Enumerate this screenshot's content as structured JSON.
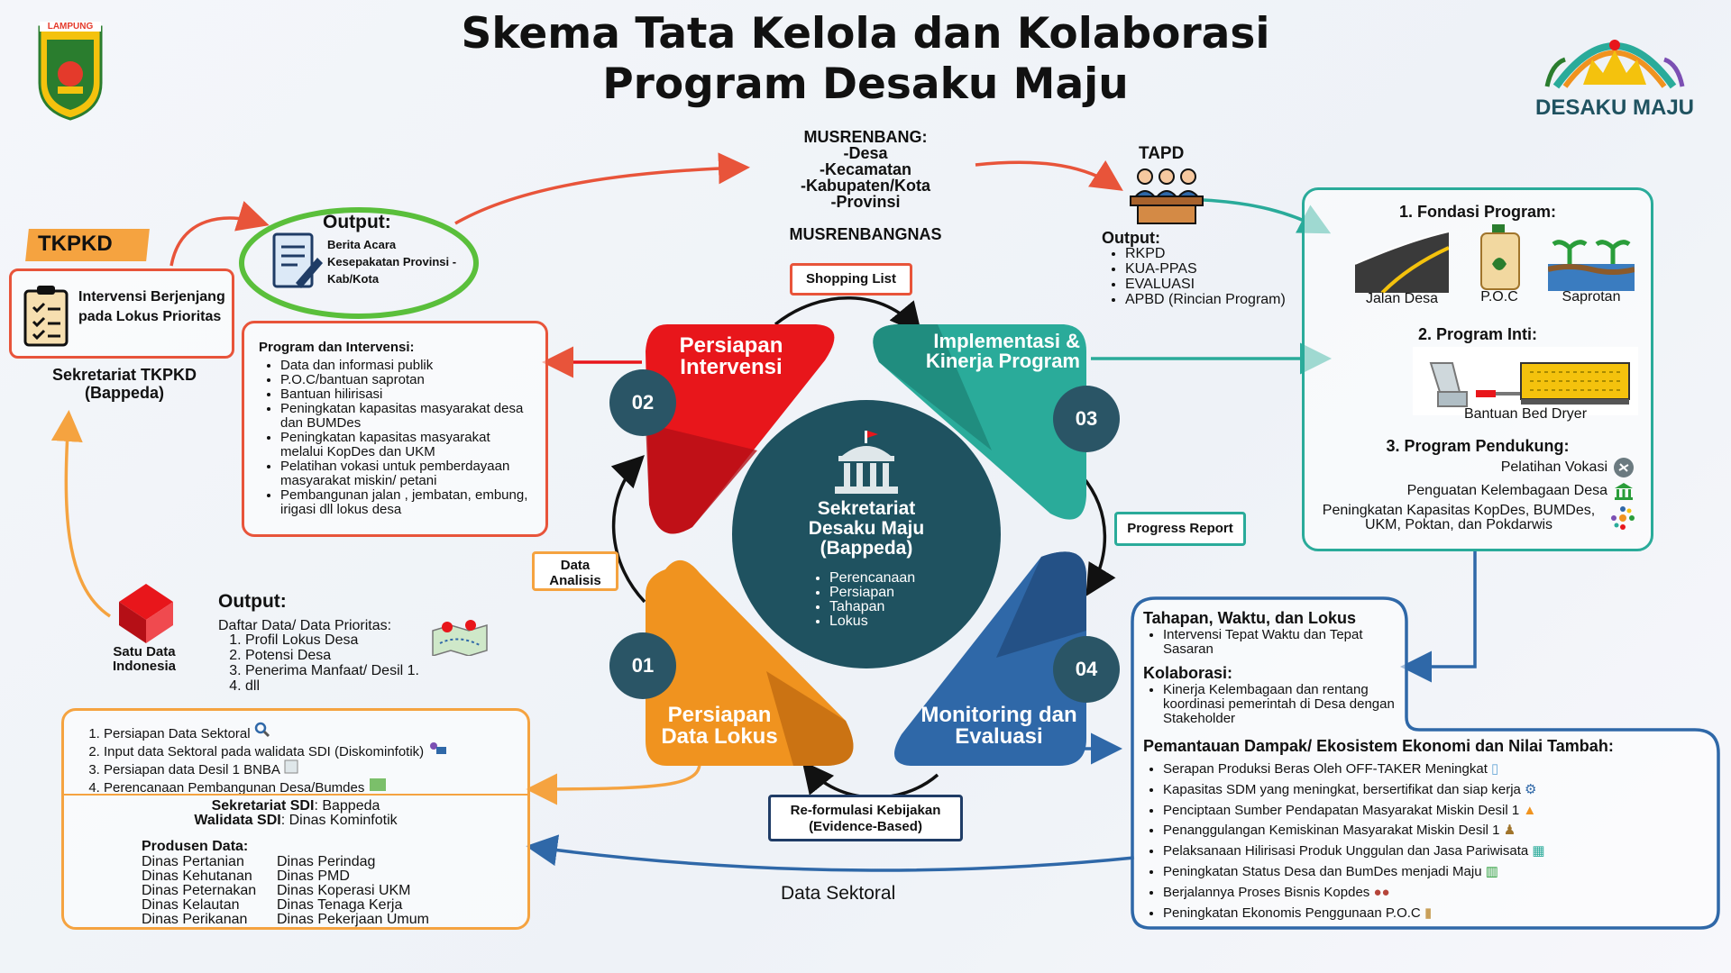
{
  "title": {
    "line1": "Skema Tata Kelola dan Kolaborasi",
    "line2": "Program Desaku Maju"
  },
  "logo_left": {
    "text": "LAMPUNG"
  },
  "logo_right": {
    "text": "DESAKU MAJU"
  },
  "tkpkd": {
    "label": "TKPKD",
    "box_text": "Intervensi Berjenjang pada Lokus Prioritas",
    "sekretariat": "Sekretariat TKPKD (Bappeda)"
  },
  "output_top": {
    "title": "Output:",
    "text": "Berita Acara Kesepakatan Provinsi - Kab/Kota"
  },
  "musrenbang": {
    "title": "MUSRENBANG:",
    "items": [
      "-Desa",
      "-Kecamatan",
      "-Kabupaten/Kota",
      "-Provinsi"
    ],
    "nasional": "MUSRENBANGNAS"
  },
  "tapd": {
    "title": "TAPD",
    "output_title": "Output:",
    "items": [
      "RKPD",
      "KUA-PPAS",
      "EVALUASI",
      "APBD (Rincian Program)"
    ]
  },
  "program_box": {
    "title": "Program dan Intervensi:",
    "items": [
      "Data dan informasi publik",
      "P.O.C/bantuan saprotan",
      "Bantuan hilirisasi",
      "Peningkatan kapasitas masyarakat desa dan BUMDes",
      "Peningkatan kapasitas masyarakat melalui KopDes dan UKM",
      "Pelatihan vokasi untuk pemberdayaan masyarakat miskin/ petani",
      "Pembangunan jalan , jembatan, embung, irigasi dll lokus desa"
    ]
  },
  "tags": {
    "shopping": "Shopping List",
    "progress": "Progress Report",
    "reform": "Re-formulasi Kebijakan (Evidence-Based)",
    "data_analisis": "Data Analisis",
    "data_sektoral": "Data Sektoral"
  },
  "cycle": {
    "seg01": {
      "num": "01",
      "label": "Persiapan Data Lokus"
    },
    "seg02": {
      "num": "02",
      "label": "Persiapan Intervensi"
    },
    "seg03": {
      "num": "03",
      "label": "Implementasi & Kinerja Program"
    },
    "seg04": {
      "num": "04",
      "label": "Monitoring dan Evaluasi"
    },
    "center_title": "Sekretariat Desaku Maju (Bappeda)",
    "center_items": [
      "Perencanaan",
      "Persiapan",
      "Tahapan",
      "Lokus"
    ]
  },
  "colors": {
    "seg01": "#f0931f",
    "seg02": "#e8161b",
    "seg03": "#2aab9a",
    "seg04": "#2f68a8",
    "center": "#1f5260"
  },
  "program_right": {
    "fondasi_title": "1. Fondasi Program:",
    "fondasi_items": [
      "Jalan Desa",
      "P.O.C",
      "Saprotan"
    ],
    "inti_title": "2. Program Inti:",
    "inti_caption": "Bantuan Bed Dryer",
    "pendukung_title": "3. Program Pendukung:",
    "pendukung_items": [
      "Pelatihan Vokasi",
      "Penguatan Kelembagaan Desa",
      "Peningkatan Kapasitas KopDes, BUMDes, UKM, Poktan, dan Pokdarwis"
    ]
  },
  "satu_data": {
    "label": "Satu Data Indonesia"
  },
  "output_bottom": {
    "title": "Output:",
    "intro": "Daftar Data/ Data Prioritas:",
    "items": [
      "Profil Lokus Desa",
      "Potensi Desa",
      "Penerima Manfaat/ Desil 1.",
      "dll"
    ]
  },
  "sdi_box": {
    "steps": [
      "Persiapan Data Sektoral",
      "Input data Sektoral pada  walidata SDI (Diskominfotik)",
      "Persiapan data Desil 1 BNBA",
      "Perencanaan Pembangunan Desa/Bumdes"
    ],
    "sek_label": "Sekretariat SDI",
    "sek_value": ": Bappeda",
    "wali_label": "Walidata SDI",
    "wali_value": ": Dinas Kominfotik",
    "produsen_title": "Produsen Data:",
    "col1": [
      "Dinas Pertanian",
      "Dinas Kehutanan",
      "Dinas Peternakan",
      "Dinas Kelautan",
      "Dinas Perikanan"
    ],
    "col2": [
      "Dinas Perindag",
      "Dinas PMD",
      "Dinas Koperasi UKM",
      "Dinas Tenaga Kerja",
      "Dinas Pekerjaan Umum"
    ]
  },
  "right_bottom": {
    "tahapan_title": "Tahapan, Waktu, dan Lokus",
    "tahapan_items": [
      "Intervensi Tepat Waktu dan Tepat Sasaran"
    ],
    "kolab_title": "Kolaborasi:",
    "kolab_items": [
      "Kinerja Kelembagaan dan rentang koordinasi pemerintah di Desa dengan Stakeholder"
    ],
    "dampak_title": "Pemantauan Dampak/ Ekosistem Ekonomi dan Nilai Tambah:",
    "dampak_items": [
      "Serapan Produksi Beras Oleh OFF-TAKER Meningkat",
      "Kapasitas SDM yang meningkat, bersertifikat dan siap kerja",
      "Penciptaan Sumber Pendapatan Masyarakat Miskin Desil 1",
      "Penanggulangan Kemiskinan Masyarakat Miskin Desil 1",
      "Pelaksanaan Hilirisasi Produk Unggulan dan Jasa Pariwisata",
      "Peningkatan Status Desa dan BumDes menjadi Maju",
      "Berjalannya Proses Bisnis Kopdes",
      "Peningkatan Ekonomis Penggunaan P.O.C"
    ]
  }
}
